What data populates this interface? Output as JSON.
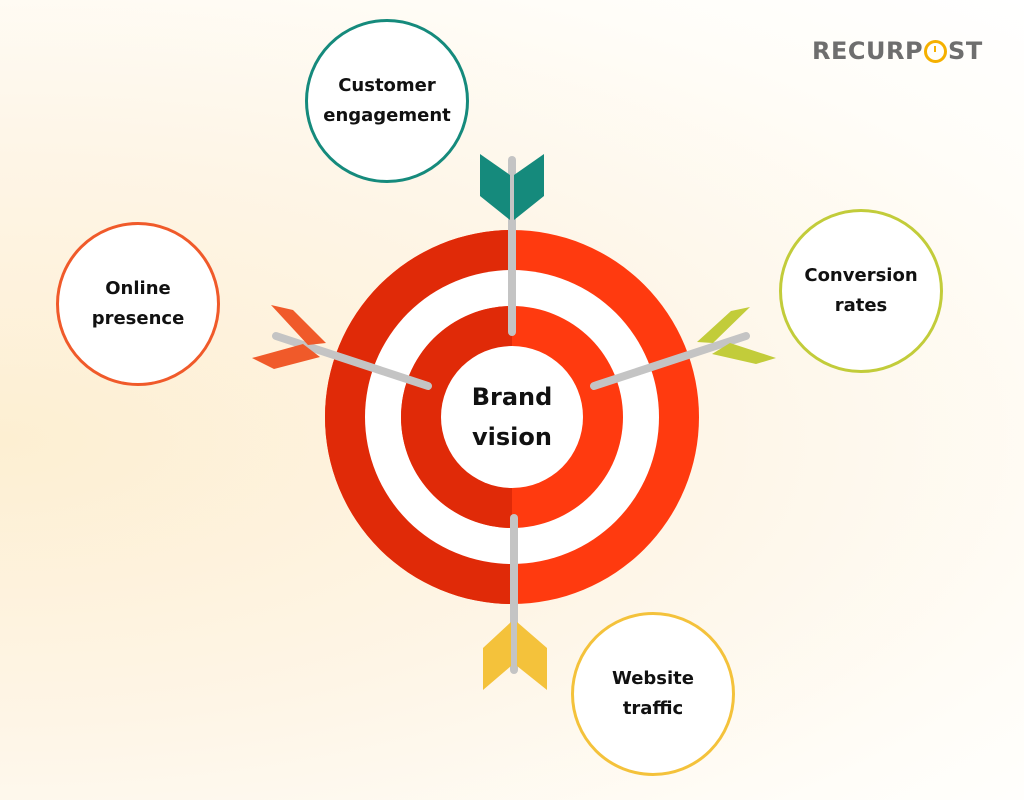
{
  "center": {
    "line1": "Brand",
    "line2": "vision"
  },
  "goals": [
    {
      "id": "customer-engagement",
      "line1": "Customer",
      "line2": "engagement",
      "color": "#158a7c"
    },
    {
      "id": "conversion-rates",
      "line1": "Conversion",
      "line2": "rates",
      "color": "#c2cc3a"
    },
    {
      "id": "website-traffic",
      "line1": "Website",
      "line2": "traffic",
      "color": "#f4c23b"
    },
    {
      "id": "online-presence",
      "line1": "Online",
      "line2": "presence",
      "color": "#f05a2a"
    }
  ],
  "logo": {
    "before": "RECURP",
    "after": "ST",
    "text_color": "#6e6e6e",
    "accent_color": "#f5b000"
  },
  "colors": {
    "target_red_light": "#ff3a0f",
    "target_red_dark": "#e02a08",
    "arrow_shaft": "#c4c4c4"
  },
  "icons": [
    "target-icon",
    "arrow-icon"
  ]
}
